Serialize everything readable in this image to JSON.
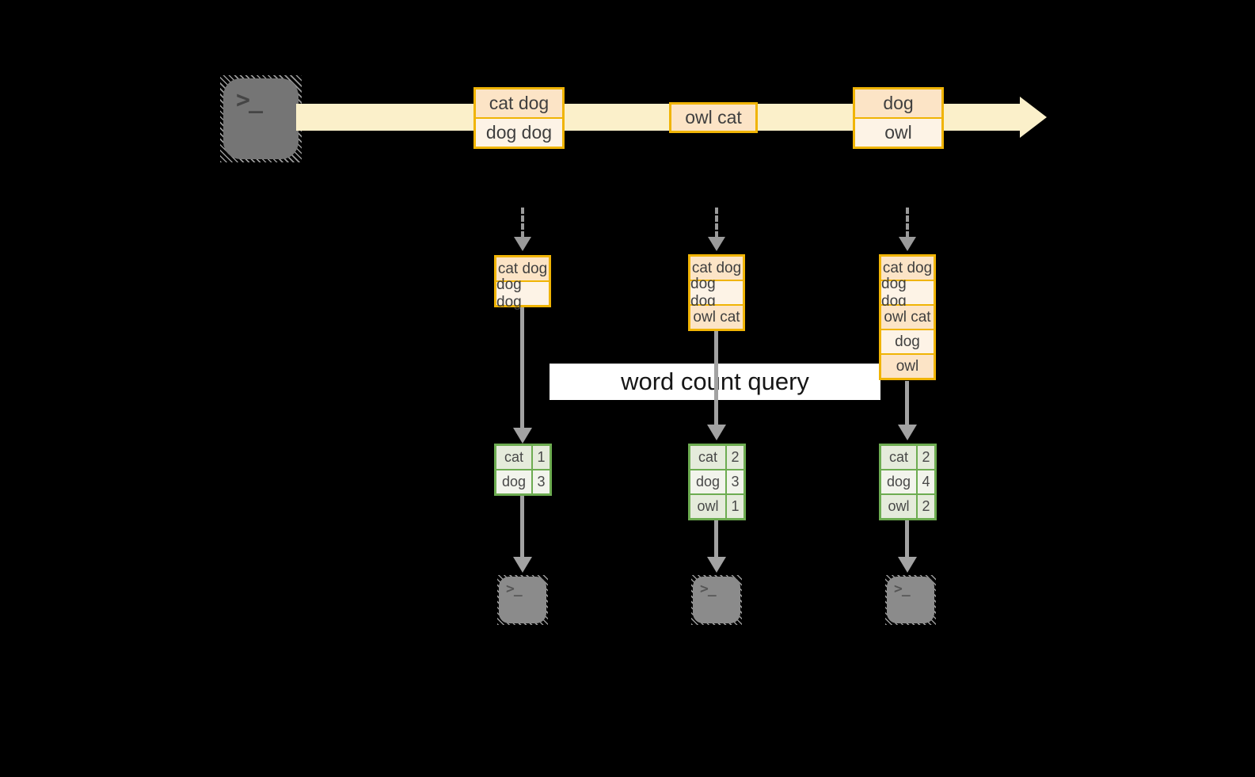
{
  "diagram": {
    "query_label": "word count query",
    "source_glyph": ">_",
    "stream_events": [
      {
        "lines": [
          "cat dog",
          "dog dog"
        ]
      },
      {
        "lines": [
          "owl cat"
        ]
      },
      {
        "lines": [
          "dog",
          "owl"
        ]
      }
    ],
    "columns": [
      {
        "buffer": [
          "cat dog",
          "dog dog"
        ],
        "counts": [
          {
            "word": "cat",
            "count": "1"
          },
          {
            "word": "dog",
            "count": "3"
          }
        ],
        "sink_glyph": ">_"
      },
      {
        "buffer": [
          "cat dog",
          "dog dog",
          "owl cat"
        ],
        "counts": [
          {
            "word": "cat",
            "count": "2"
          },
          {
            "word": "dog",
            "count": "3"
          },
          {
            "word": "owl",
            "count": "1"
          }
        ],
        "sink_glyph": ">_"
      },
      {
        "buffer": [
          "cat dog",
          "dog dog",
          "owl cat",
          "dog",
          "owl"
        ],
        "counts": [
          {
            "word": "cat",
            "count": "2"
          },
          {
            "word": "dog",
            "count": "4"
          },
          {
            "word": "owl",
            "count": "2"
          }
        ],
        "sink_glyph": ">_"
      }
    ]
  },
  "colors": {
    "background": "#000000",
    "stream_fill": "#fbf0ca",
    "event_border": "#f0b404",
    "event_row_dark": "#fce4c6",
    "event_row_light": "#fdf3e6",
    "table_border": "#6dac51",
    "table_cell_dark": "#e5ebdb",
    "table_cell_light": "#f2f4ec",
    "arrow_gray": "#a2a2a2",
    "terminal_gray": "#757575",
    "query_box": "#ffffff"
  }
}
